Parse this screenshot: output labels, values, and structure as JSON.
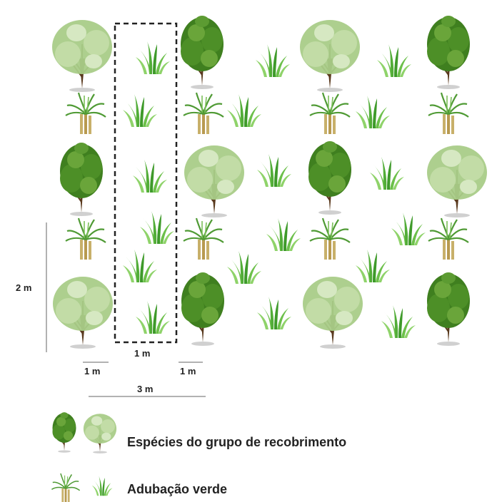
{
  "colors": {
    "dark_tree_canopy": "#3f7f1f",
    "dark_tree_highlight": "#6aa53a",
    "light_tree_canopy": "#a9cc88",
    "light_tree_highlight": "#d6e8c2",
    "trunk": "#5a3a1e",
    "grass": "#6cc04a",
    "grass_dark": "#3e9a2a",
    "sugarcane": "#c8b06a",
    "dashed_box": "#222222",
    "dimension_line": "#999999"
  },
  "labels": {
    "height_2m": "2 m",
    "width_box_1m": "1 m",
    "width_left_1m": "1 m",
    "width_right_1m": "1 m",
    "spacing_3m": "3 m"
  },
  "legend": {
    "trees_label": "Espécies do grupo de recobrimento",
    "green_manure_label": "Adubação verde"
  }
}
